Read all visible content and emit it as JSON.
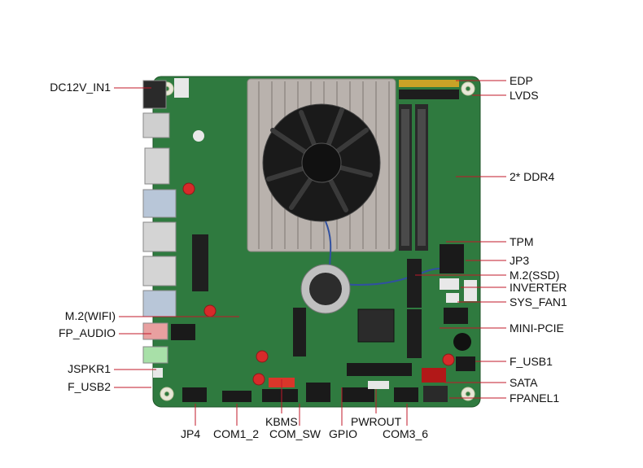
{
  "colors": {
    "pcb": "#2f7a3f",
    "pcb_dark": "#25602f",
    "heatsink": "#b9b2ad",
    "fan": "#1a1a1a",
    "leader_line": "#c0182a",
    "ram_slot": "#2a2a2a"
  },
  "labels": {
    "left": {
      "dc12v_in1": "DC12V_IN1",
      "m2_wifi": "M.2(WIFI)",
      "fp_audio": "FP_AUDIO",
      "jspkr1": "JSPKR1",
      "f_usb2": "F_USB2"
    },
    "right": {
      "edp": "EDP",
      "lvds": "LVDS",
      "ddr4": "2* DDR4",
      "tpm": "TPM",
      "jp3": "JP3",
      "m2_ssd": "M.2(SSD)",
      "inverter": "INVERTER",
      "sys_fan1": "SYS_FAN1",
      "mini_pcie": "MINI-PCIE",
      "f_usb1": "F_USB1",
      "sata": "SATA",
      "fpanel1": "FPANEL1"
    },
    "bottom": {
      "jp4": "JP4",
      "com1_2": "COM1_2",
      "kbms": "KBMS",
      "com_sw": "COM_SW",
      "gpio": "GPIO",
      "pwrout": "PWROUT",
      "com3_6": "COM3_6"
    }
  }
}
